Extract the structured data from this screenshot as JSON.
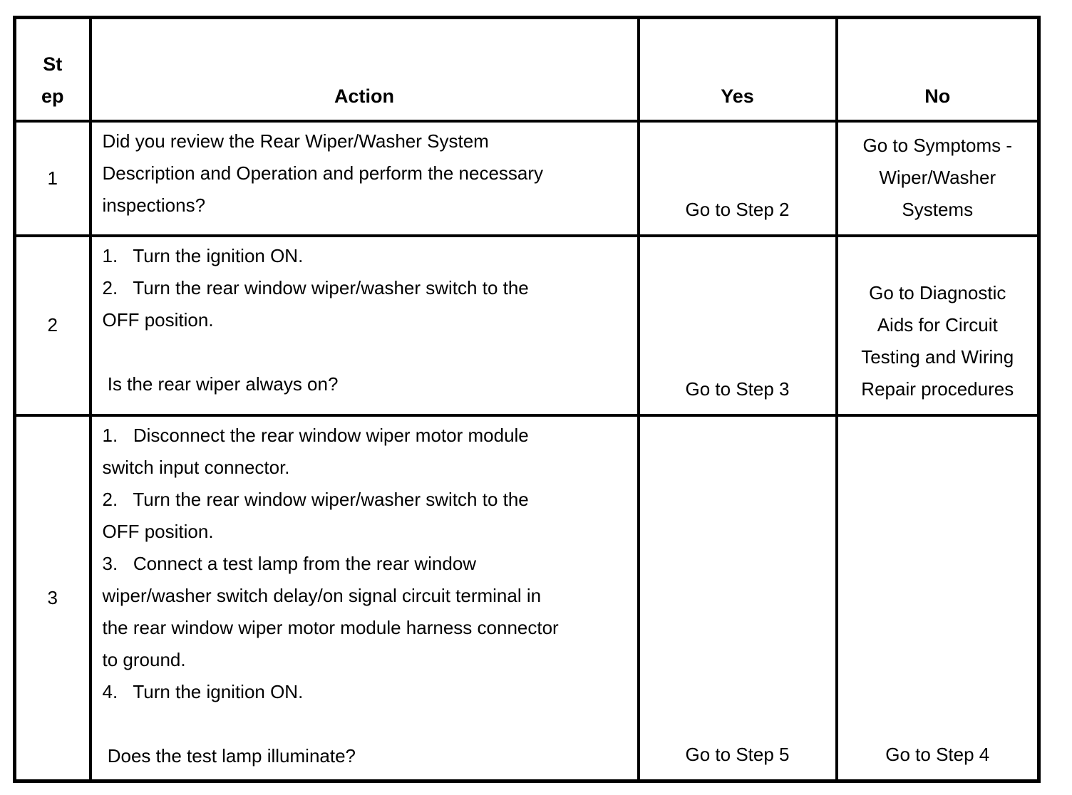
{
  "colors": {
    "background": "#ffffff",
    "text": "#000000",
    "border": "#000000"
  },
  "table": {
    "columns": [
      {
        "id": "step",
        "label_lines": [
          "St",
          "ep"
        ]
      },
      {
        "id": "action",
        "label_lines": [
          "Action"
        ]
      },
      {
        "id": "yes",
        "label_lines": [
          "Yes"
        ]
      },
      {
        "id": "no",
        "label_lines": [
          "No"
        ]
      }
    ],
    "rows": [
      {
        "step": "1",
        "action_lines": [
          "Did you review the Rear Wiper/Washer System",
          "Description and Operation and perform the necessary",
          "inspections?"
        ],
        "yes_lines": [
          "Go to Step 2"
        ],
        "no_lines": [
          "Go to Symptoms -",
          "Wiper/Washer",
          "Systems"
        ]
      },
      {
        "step": "2",
        "action_lines": [
          "1.   Turn the ignition ON.",
          "2.   Turn the rear window wiper/washer switch to the",
          "OFF position.",
          "",
          " Is the rear wiper always on?"
        ],
        "yes_lines": [
          "Go to Step 3"
        ],
        "no_lines": [
          "Go to Diagnostic",
          "Aids for Circuit",
          "Testing and Wiring",
          "Repair procedures"
        ]
      },
      {
        "step": "3",
        "action_lines": [
          "1.   Disconnect the rear window wiper motor module",
          "switch input connector.",
          "2.   Turn the rear window wiper/washer switch to the",
          "OFF position.",
          "3.   Connect a test lamp from the rear window",
          "wiper/washer switch delay/on signal circuit terminal in",
          "the rear window wiper motor module harness connector",
          "to ground.",
          "4.   Turn the ignition ON.",
          "",
          " Does the test lamp illuminate?"
        ],
        "yes_lines": [
          "Go to Step 5"
        ],
        "no_lines": [
          "Go to Step 4"
        ]
      }
    ]
  }
}
